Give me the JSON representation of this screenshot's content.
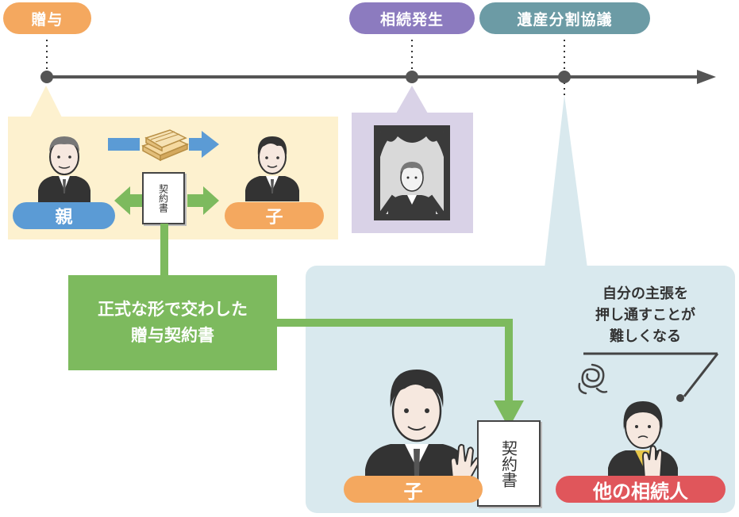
{
  "timeline": {
    "events": [
      {
        "label": "贈与",
        "color": "#f4a85f"
      },
      {
        "label": "相続発生",
        "color": "#8c7bbf"
      },
      {
        "label": "遺産分割協議",
        "color": "#6c9ba5"
      }
    ]
  },
  "gift_panel": {
    "parent_label": "親",
    "child_label": "子",
    "contract_text": "契約書",
    "parent_color": "#5b9bd5",
    "child_color": "#f4a85f",
    "bg_color": "#fdf1cf"
  },
  "inheritance_panel": {
    "bg_color": "#d9d2e7"
  },
  "note_box": {
    "lines": [
      "正式な形で交わした",
      "贈与契約書"
    ],
    "color": "#7dba5e"
  },
  "division_panel": {
    "bg_color": "#d9e9ee",
    "child_label": "子",
    "contract_text": "契約書",
    "other_heir_label": "他の相続人",
    "other_heir_color": "#e0565b",
    "thought_lines": [
      "自分の主張を",
      "押し通すことが",
      "難しくなる"
    ]
  },
  "icons": [
    "person-icon",
    "money-stack-icon",
    "portrait-frame-icon",
    "scribble-icon",
    "hand-icon"
  ]
}
